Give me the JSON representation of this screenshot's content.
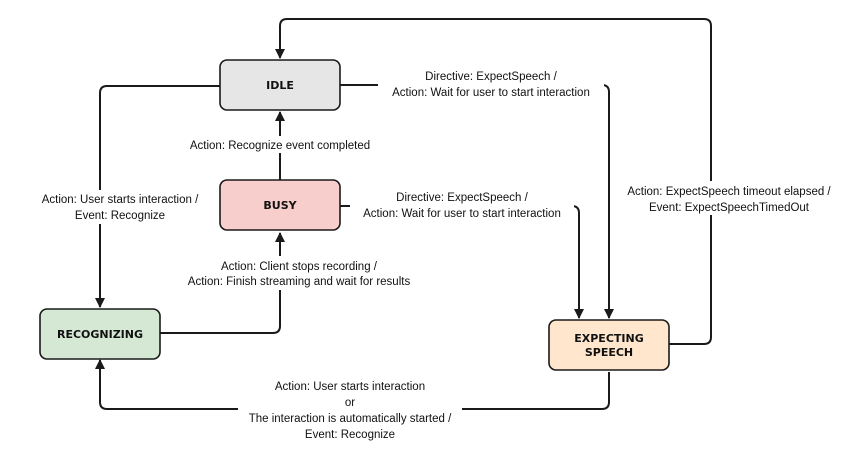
{
  "states": {
    "idle": {
      "label": "IDLE",
      "fill": "#e6e6e6"
    },
    "busy": {
      "label": "BUSY",
      "fill": "#f8cecc"
    },
    "recognizing": {
      "label": "RECOGNIZING",
      "fill": "#d5e8d4"
    },
    "expecting": {
      "line1": "EXPECTING",
      "line2": "SPEECH",
      "fill": "#ffe6cc"
    }
  },
  "transitions": {
    "idle_to_expecting": {
      "line1": "Directive: ExpectSpeech /",
      "line2": "Action: Wait for user to start interaction"
    },
    "busy_to_idle": {
      "line1": "Action: Recognize event completed"
    },
    "idle_to_recognizing": {
      "line1": "Action: User starts interaction /",
      "line2": "Event: Recognize"
    },
    "busy_to_expecting": {
      "line1": "Directive: ExpectSpeech /",
      "line2": "Action: Wait for user to start interaction"
    },
    "expecting_to_idle": {
      "line1": "Action: ExpectSpeech timeout elapsed /",
      "line2": "Event: ExpectSpeechTimedOut"
    },
    "recognizing_to_busy": {
      "line1": "Action: Client stops recording /",
      "line2": "Action: Finish streaming and wait for results"
    },
    "expecting_to_recognizing": {
      "line1": "Action: User starts interaction",
      "line2": "or",
      "line3": "The interaction is automatically started /",
      "line4": "Event: Recognize"
    }
  }
}
